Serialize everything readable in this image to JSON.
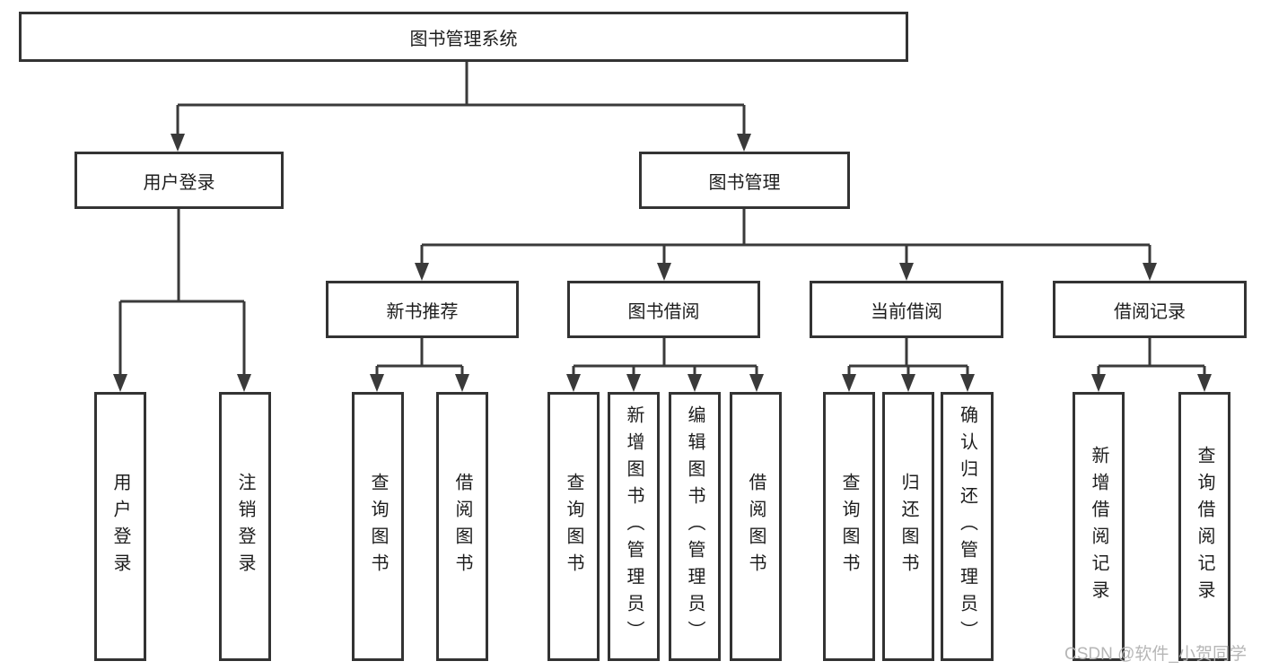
{
  "tree": {
    "root": {
      "label": "图书管理系统",
      "children": [
        {
          "label": "用户登录",
          "children": [
            {
              "label": "用户登录"
            },
            {
              "label": "注销登录"
            }
          ]
        },
        {
          "label": "图书管理",
          "children": [
            {
              "label": "新书推荐",
              "children": [
                {
                  "label": "查询图书"
                },
                {
                  "label": "借阅图书"
                }
              ]
            },
            {
              "label": "图书借阅",
              "children": [
                {
                  "label": "查询图书"
                },
                {
                  "label": "新增图书（管理员）"
                },
                {
                  "label": "编辑图书（管理员）"
                },
                {
                  "label": "借阅图书"
                }
              ]
            },
            {
              "label": "当前借阅",
              "children": [
                {
                  "label": "查询图书"
                },
                {
                  "label": "归还图书"
                },
                {
                  "label": "确认归还（管理员）"
                }
              ]
            },
            {
              "label": "借阅记录",
              "children": [
                {
                  "label": "新增借阅记录"
                },
                {
                  "label": "查询借阅记录"
                }
              ]
            }
          ]
        }
      ]
    }
  },
  "watermark": {
    "text": "CSDN @软件_小贺同学"
  },
  "colors": {
    "background": "#ffffff",
    "box_border": "#333333",
    "connector": "#3a3a3a",
    "text": "#1d1d1d",
    "watermark": "#b2b2b2"
  }
}
